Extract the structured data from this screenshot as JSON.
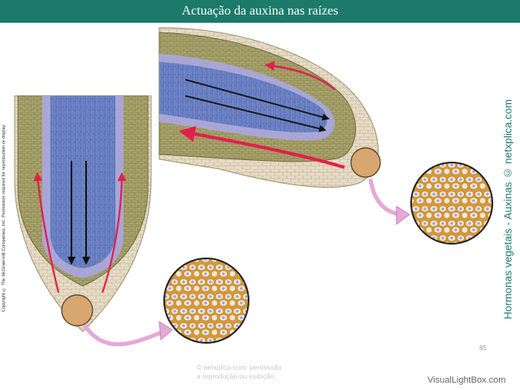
{
  "header": {
    "title": "Actuação da auxina nas raízes"
  },
  "copyright": {
    "text": "Copyright © The McGraw-Hill Companies, Inc. Permission required for reproduction or display."
  },
  "side_credit": {
    "text": "Hormonas vegetais - Auxinas © netxplica.com"
  },
  "page": {
    "number": "85"
  },
  "watermark": {
    "line1": "© netxplica.com: permissão",
    "line2": "a reprodução ou exibição."
  },
  "site": {
    "label": "VisualLightBox.com"
  },
  "colors": {
    "title_bg": "#1c7a6a",
    "vascular": "#6e86c8",
    "pericycle": "#a9a6d6",
    "cortex": "#a8a36a",
    "root_cap": "#e7dcc6",
    "auxin_flow_arrow": "#e21f4b",
    "stele_arrow": "#111111",
    "zoom_arrow": "#e6a8d8"
  }
}
